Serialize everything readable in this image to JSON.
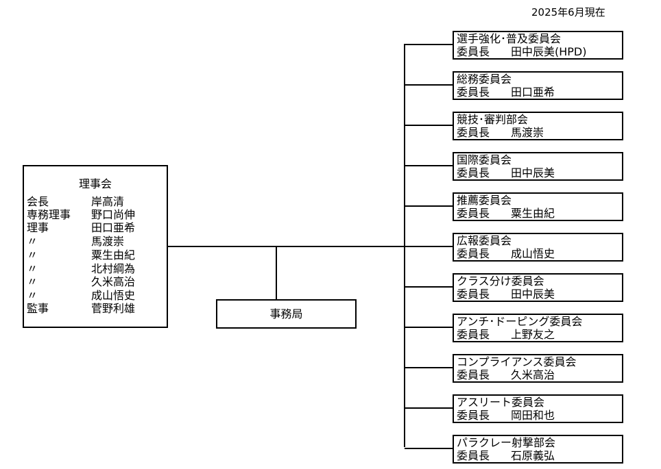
{
  "date": "2025年6月現在",
  "board": {
    "title": "理事会",
    "members": [
      {
        "role": "会長",
        "name": "岸高清"
      },
      {
        "role": "専務理事",
        "name": "野口尚伸"
      },
      {
        "role": "理事",
        "name": "田口亜希"
      },
      {
        "role": "〃",
        "name": "馬渡崇"
      },
      {
        "role": "〃",
        "name": "粟生由紀"
      },
      {
        "role": "〃",
        "name": "北村綱為"
      },
      {
        "role": "〃",
        "name": "久米高治"
      },
      {
        "role": "〃",
        "name": "成山悟史"
      },
      {
        "role": "監事",
        "name": "菅野利雄"
      }
    ]
  },
  "office": {
    "label": "事務局"
  },
  "committees": [
    {
      "name": "選手強化･普及委員会",
      "chair_label": "委員長",
      "chair": "田中辰美(HPD)"
    },
    {
      "name": "総務委員会",
      "chair_label": "委員長",
      "chair": "田口亜希"
    },
    {
      "name": "競技･審判部会",
      "chair_label": "委員長",
      "chair": "馬渡崇"
    },
    {
      "name": "国際委員会",
      "chair_label": "委員長",
      "chair": "田中辰美"
    },
    {
      "name": "推薦委員会",
      "chair_label": "委員長",
      "chair": "粟生由紀"
    },
    {
      "name": "広報委員会",
      "chair_label": "委員長",
      "chair": "成山悟史"
    },
    {
      "name": "クラス分け委員会",
      "chair_label": "委員長",
      "chair": "田中辰美"
    },
    {
      "name": "アンチ･ドーピング委員会",
      "chair_label": "委員長",
      "chair": "上野友之"
    },
    {
      "name": "コンプライアンス委員会",
      "chair_label": "委員長",
      "chair": "久米高治"
    },
    {
      "name": "アスリート委員会",
      "chair_label": "委員長",
      "chair": "岡田和也"
    },
    {
      "name": "パラクレー射撃部会",
      "chair_label": "委員長",
      "chair": "石原義弘"
    }
  ]
}
